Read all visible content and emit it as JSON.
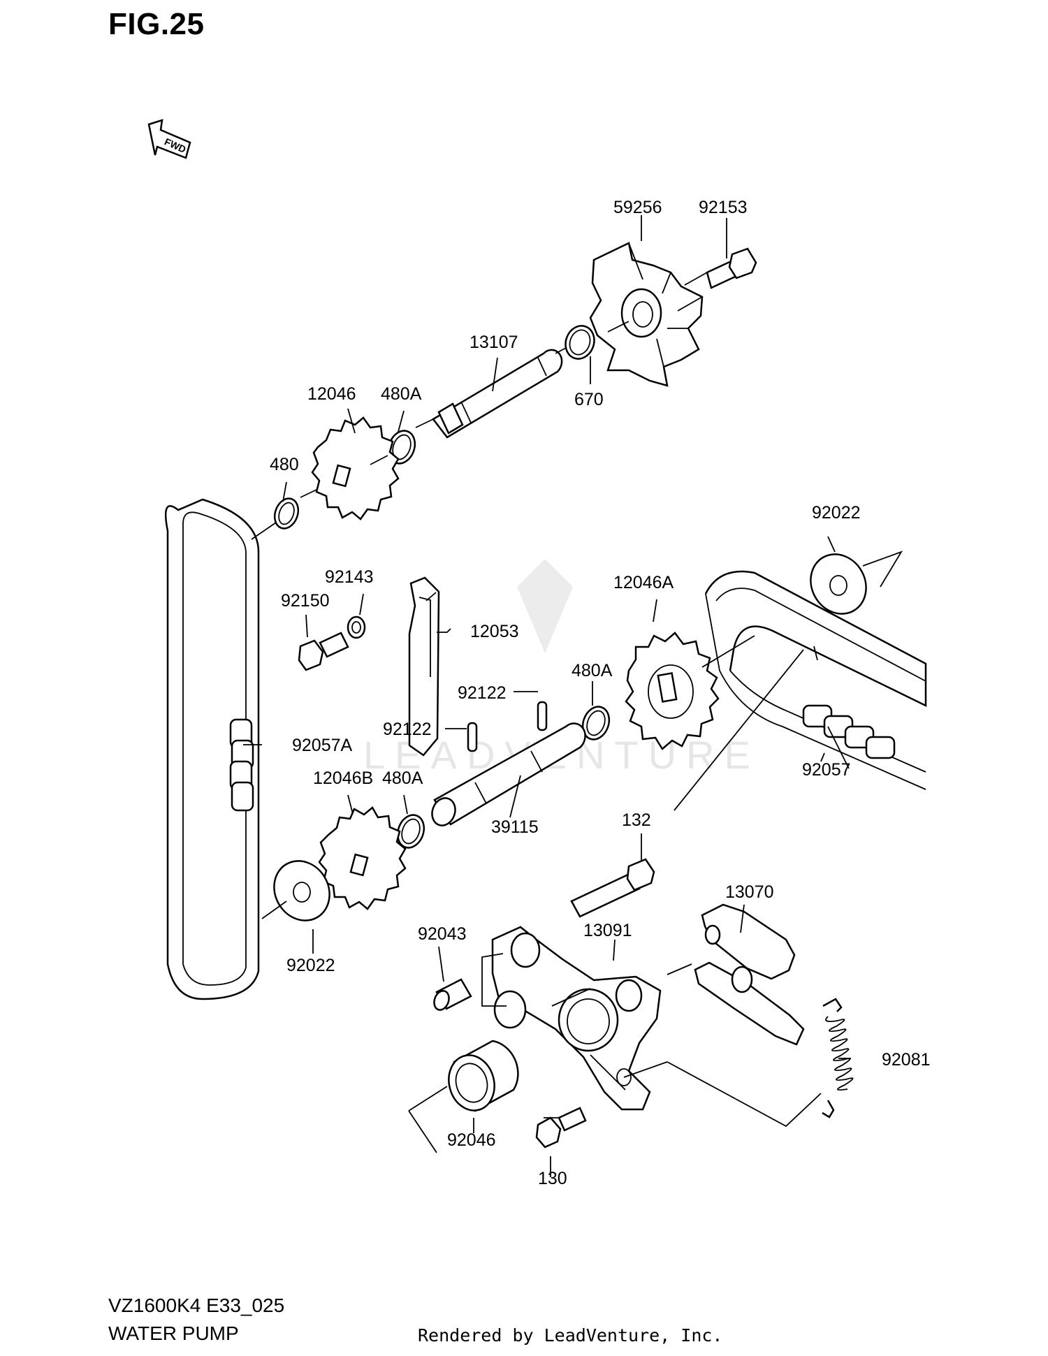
{
  "figure": {
    "title": "FIG.25",
    "fwd_marker": "FWD"
  },
  "footer": {
    "model_code": "VZ1600K4 E33_025",
    "section_name": "WATER PUMP",
    "credit": "Rendered by LeadVenture, Inc."
  },
  "watermark": "LEADVENTURE",
  "callouts": {
    "p59256": "59256",
    "p92153": "92153",
    "p13107": "13107",
    "p670": "670",
    "p12046": "12046",
    "p480A_top": "480A",
    "p480": "480",
    "p92022_right": "92022",
    "p92143": "92143",
    "p92150": "92150",
    "p12053": "12053",
    "p12046A": "12046A",
    "p480A_mid": "480A",
    "p92122_upper": "92122",
    "p92122_lower": "92122",
    "p92057A": "92057A",
    "p92057": "92057",
    "p12046B": "12046B",
    "p480A_low": "480A",
    "p39115": "39115",
    "p132": "132",
    "p13070": "13070",
    "p92043": "92043",
    "p13091": "13091",
    "p92022_left": "92022",
    "p92081": "92081",
    "p92046": "92046",
    "p130": "130"
  }
}
